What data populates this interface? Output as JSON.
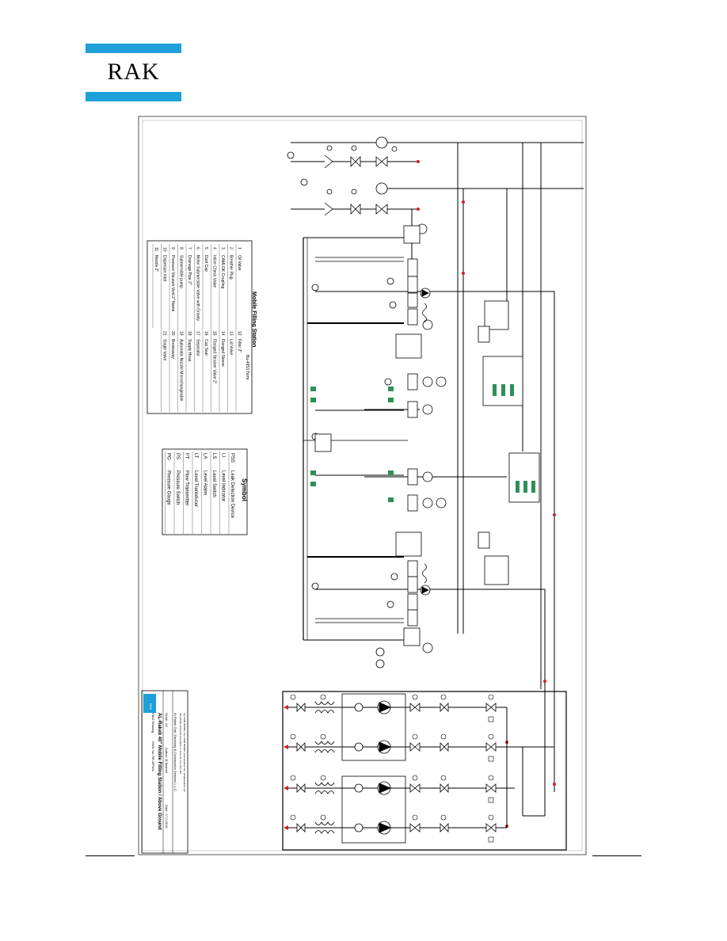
{
  "header": {
    "logo_text": "RAK",
    "logo_colors": {
      "band": "#1ea0d8",
      "text": "#000000"
    }
  },
  "drawing": {
    "symbol_table": {
      "title": "Symbol",
      "rows": [
        {
          "code": "PSS",
          "desc": "Leak Detection Device"
        },
        {
          "code": "LI",
          "desc": "Level Indicator"
        },
        {
          "code": "LS",
          "desc": "Level Switch"
        },
        {
          "code": "LA",
          "desc": "Level Alarm"
        },
        {
          "code": "LT",
          "desc": "Level Transducer"
        },
        {
          "code": "FT",
          "desc": "Flow Transmitter"
        },
        {
          "code": "PS",
          "desc": "Pressure Switch"
        },
        {
          "code": "PG",
          "desc": "Pressure Gauge"
        }
      ]
    },
    "parts_table": {
      "title": "Mobile Filling Station",
      "subtitle": "Bu-4953 Term",
      "rows": [
        {
          "no": "1",
          "desc": "Oil Valve"
        },
        {
          "no": "2",
          "desc": "Breather Plug"
        },
        {
          "no": "3",
          "desc": "CAMLOK Coupling"
        },
        {
          "no": "4",
          "desc": "Inline Check Valve"
        },
        {
          "no": "5",
          "desc": "Dust Cap"
        },
        {
          "no": "6",
          "desc": "Motor Submersible Valve with Gravity"
        },
        {
          "no": "7",
          "desc": "Drainage Pipe 2\""
        },
        {
          "no": "8",
          "desc": "Submersible pump"
        },
        {
          "no": "9",
          "desc": "Pressure Vacuum Vent 2\" Name"
        },
        {
          "no": "10",
          "desc": "Dispenser Inlet"
        },
        {
          "no": "11",
          "desc": "Nozzle 2\""
        },
        {
          "no": "12",
          "desc": "Filter 2\""
        },
        {
          "no": "13",
          "desc": "Lid Valve"
        },
        {
          "no": "14",
          "desc": "Flanged Sleeve"
        },
        {
          "no": "15",
          "desc": "Flanged Strainer Valve 2\""
        },
        {
          "no": "16",
          "desc": "Cup Seal"
        },
        {
          "no": "17",
          "desc": "Separator"
        },
        {
          "no": "18",
          "desc": "Supply Hose"
        },
        {
          "no": "19",
          "desc": "Automatic Nozzle Microchangeable"
        },
        {
          "no": "20",
          "desc": "Breakaway"
        },
        {
          "no": "21",
          "desc": "Single Valve"
        }
      ]
    },
    "title_block": {
      "company_logo": "RAK",
      "drawing_type": "P&ID Drawing",
      "drawing_no": "DWG No: RE-MFS01",
      "title": "AL-Rakeb 40\" Mobile Filling Station / Above Ground",
      "scale": "Scale : A3",
      "author": "Author: M Bashed",
      "date": "Date : 17.0.2018",
      "company": "Al-Rakeb Civil, Electricity & Construction Services L.L.C.",
      "address": "Abu Dhabi, Industrial Area Block 3, Zone 16, P.O. Box 451",
      "contact": "Tel: 0000 000000, Fax: 0000 000000, www.alrakeb.com, info@alrakeb.com"
    },
    "colors": {
      "line": "#000000",
      "flow_arrow": "#d02020",
      "indicator": "#2f8f5a"
    }
  }
}
